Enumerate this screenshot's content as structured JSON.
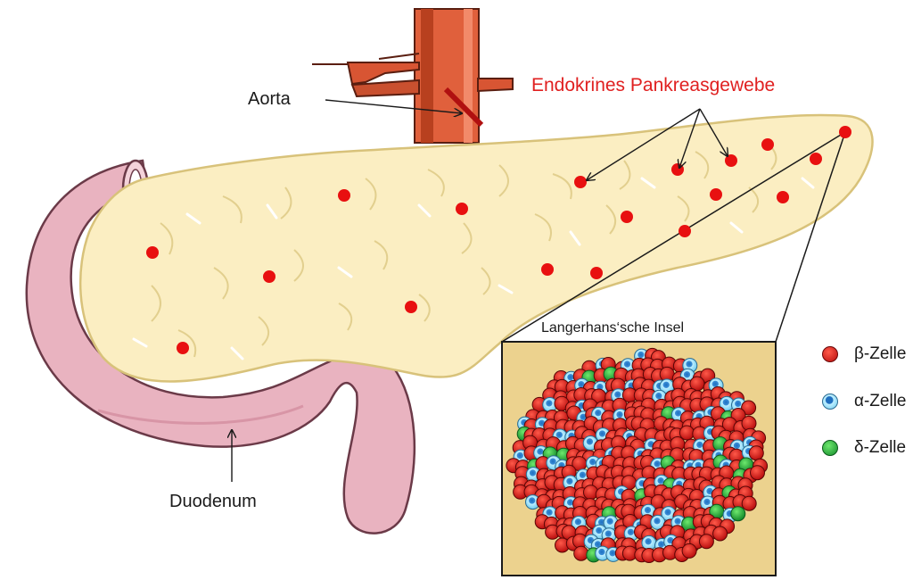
{
  "labels": {
    "aorta": "Aorta",
    "endocrine_tissue": "Endokrines Pankreasgewebe",
    "duodenum": "Duodenum",
    "islet": "Langerhans‘sche Insel"
  },
  "legend": [
    {
      "label": "β-Zelle",
      "color": "#d41818"
    },
    {
      "label": "α-Zelle",
      "color": "#7fd3f0"
    },
    {
      "label": "δ-Zelle",
      "color": "#22b34a"
    }
  ],
  "colors": {
    "pancreas_fill": "#fbeec2",
    "pancreas_stroke": "#d8c27a",
    "duodenum_fill": "#e9b3c0",
    "aorta_fill": "#e0603c",
    "dot_red": "#e81010",
    "islet_bg": "#ecd28e",
    "label_red": "#e02020"
  }
}
